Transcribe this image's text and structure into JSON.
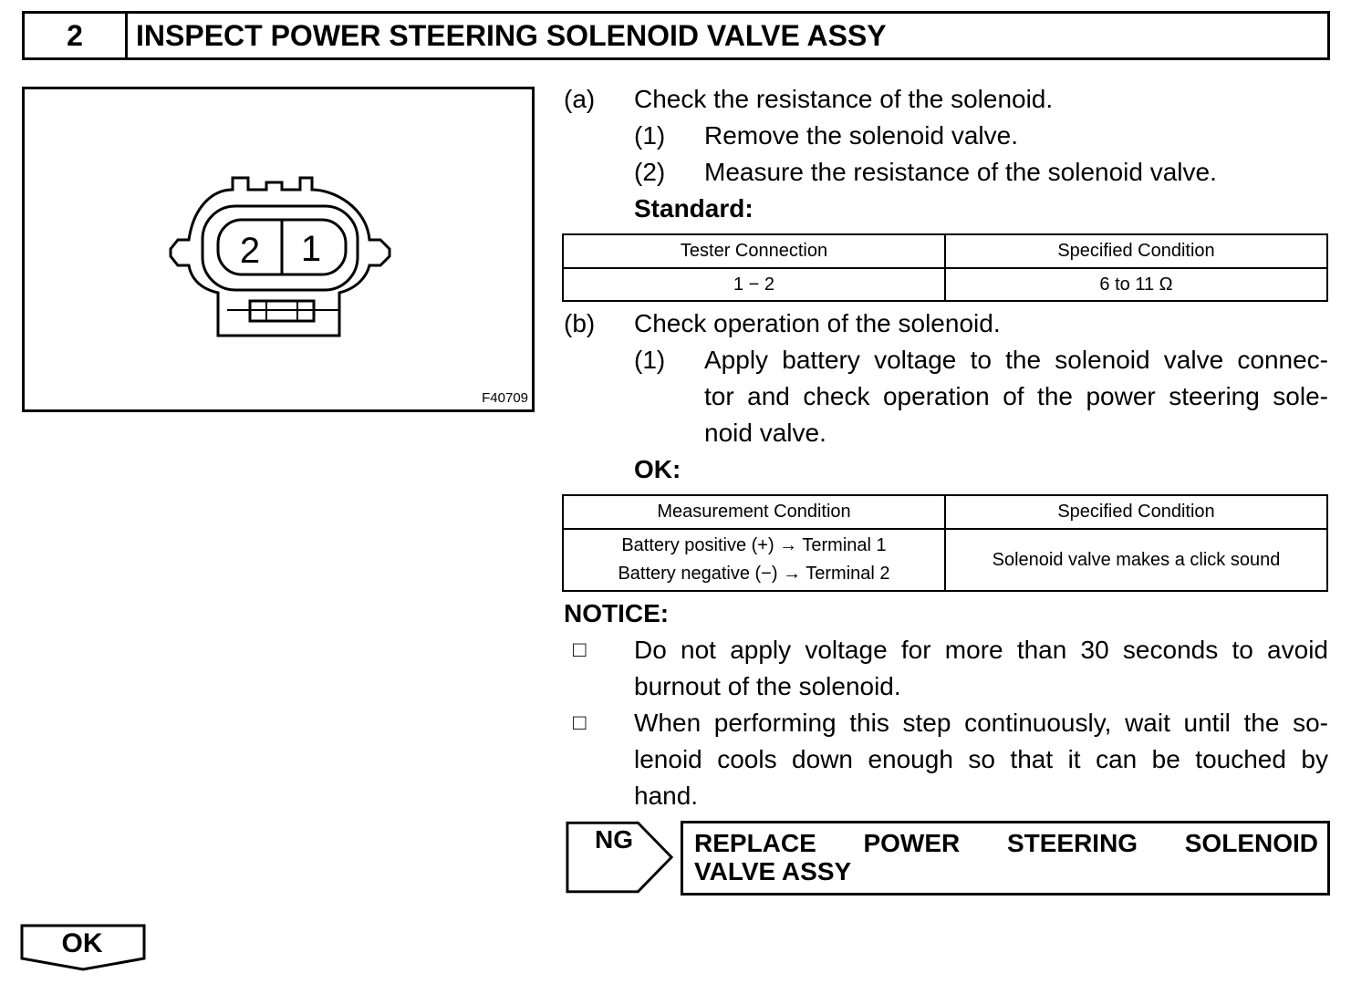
{
  "header": {
    "step_number": "2",
    "title": "INSPECT POWER STEERING SOLENOID VALVE ASSY"
  },
  "figure": {
    "terminal_left": "2",
    "terminal_right": "1",
    "code": "F40709"
  },
  "step_a": {
    "marker": "(a)",
    "text": "Check the resistance of the solenoid.",
    "substeps": [
      {
        "marker": "(1)",
        "text": "Remove the solenoid valve."
      },
      {
        "marker": "(2)",
        "text": "Measure the resistance of the solenoid valve."
      }
    ],
    "standard_label": "Standard:",
    "table": {
      "headers": [
        "Tester Connection",
        "Specified Condition"
      ],
      "rows": [
        [
          "1 − 2",
          "6 to 11 Ω"
        ]
      ]
    }
  },
  "step_b": {
    "marker": "(b)",
    "text": "Check operation of the solenoid.",
    "substep_marker": "(1)",
    "substep_lines": [
      "Apply battery voltage to the solenoid valve connec-",
      "tor and check operation of the power steering sole-",
      "noid valve."
    ],
    "ok_label": "OK:",
    "table": {
      "headers": [
        "Measurement Condition",
        "Specified Condition"
      ],
      "row_left_lines": [
        "Battery positive (+) → Terminal 1",
        "Battery negative (−) → Terminal 2"
      ],
      "row_right": "Solenoid valve makes a click sound"
    }
  },
  "notice": {
    "title": "NOTICE:",
    "items": [
      {
        "bullet": "□",
        "lines": [
          "Do not apply voltage for more than 30 seconds to avoid",
          "burnout of the solenoid."
        ]
      },
      {
        "bullet": "□",
        "lines": [
          "When performing this step continuously, wait until the so-",
          "lenoid cools down enough so that it can be touched by",
          "hand."
        ]
      }
    ]
  },
  "result_ng": {
    "label": "NG",
    "action_line1": "REPLACE POWER STEERING SOLENOID",
    "action_line2": "VALVE ASSY"
  },
  "result_ok": {
    "label": "OK"
  }
}
